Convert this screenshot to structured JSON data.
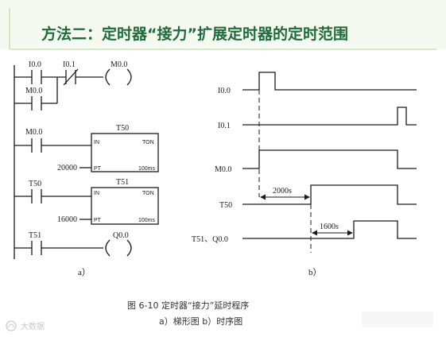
{
  "title": "方法二：定时器“接力”扩展定时器的定时范围",
  "colors": {
    "title": "#1f6b3a",
    "line": "#1a1a1a",
    "header_band": "#f4faf0",
    "header_rule": "#c9e0b8"
  },
  "ladder": {
    "contacts": {
      "i00": "I0.0",
      "i01": "I0.1",
      "m00_hold": "M0.0",
      "m00_r2": "M0.0",
      "t50_r3": "T50",
      "t51_r4": "T51"
    },
    "coils": {
      "m00": "M0.0",
      "q00": "Q0.0"
    },
    "timers": [
      {
        "name": "T50",
        "in": "IN",
        "type": "TON",
        "pt": "PT",
        "preset": "20000",
        "base": "100ms"
      },
      {
        "name": "T51",
        "in": "IN",
        "type": "TON",
        "pt": "PT",
        "preset": "16000",
        "base": "100ms"
      }
    ],
    "panel_label": "a）"
  },
  "timing": {
    "signals": [
      "I0.0",
      "I0.1",
      "M0.0",
      "T50",
      "T51、Q0.0"
    ],
    "delay1": "2000s",
    "delay2": "1600s",
    "panel_label": "b）"
  },
  "caption": {
    "line1": "图 6-10   定时器“接力”延时程序",
    "line2": "a）梯形图   b）时序图"
  },
  "watermark": "大数据"
}
